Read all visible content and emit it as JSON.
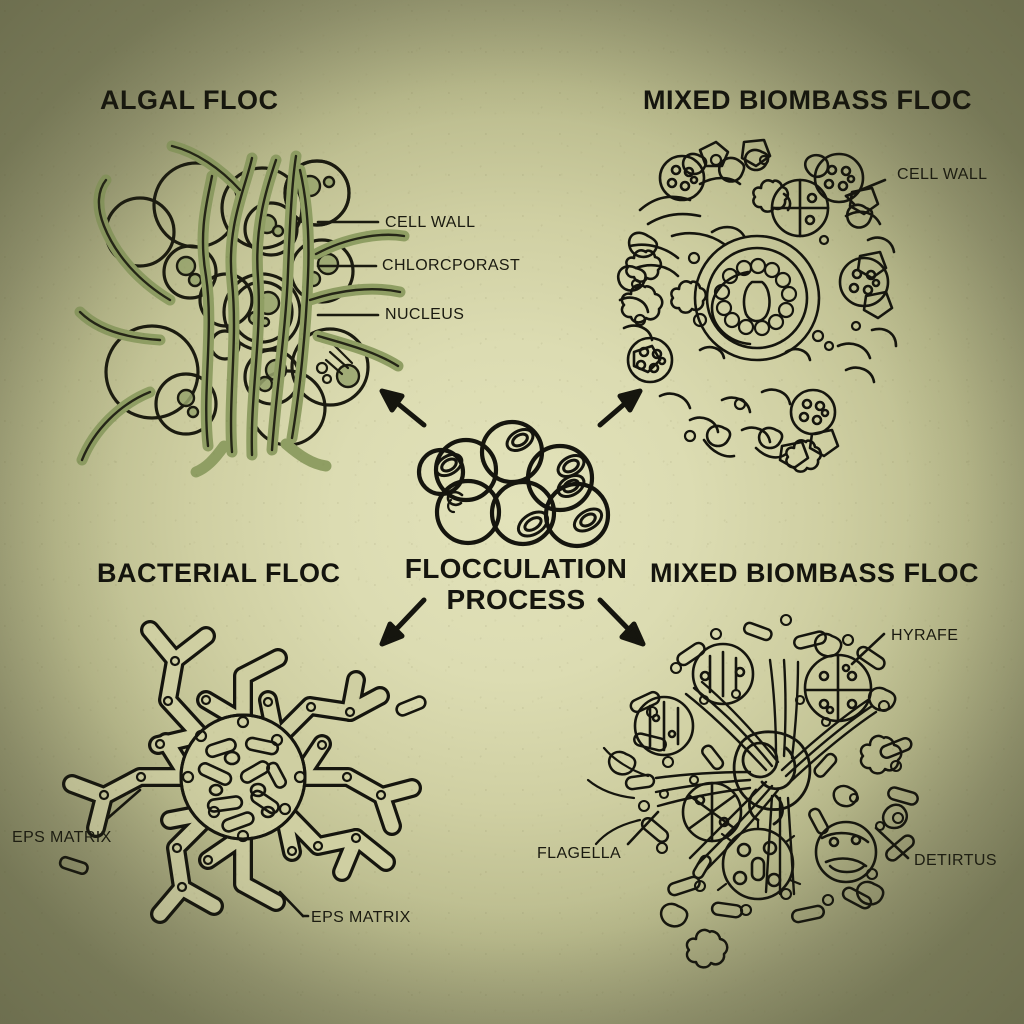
{
  "figure": {
    "background_color_center": "#dedfb5",
    "background_color_edge": "#8b8d68",
    "ink_color": "#15150e",
    "algae_fill_color": "#8f9e63",
    "algae_stroke_color": "#1b1b10"
  },
  "panels": {
    "algal": {
      "title": "ALGAL FLOC",
      "callouts": [
        {
          "label": "CELL WALL"
        },
        {
          "label": "CHLORCPORAST"
        },
        {
          "label": "NUCLEUS"
        }
      ]
    },
    "mixed_top": {
      "title": "MIXED BIOMBASS FLOC",
      "callouts": [
        {
          "label": "CELL WALL"
        }
      ]
    },
    "bacterial": {
      "title": "BACTERIAL FLOC",
      "callouts": [
        {
          "label": "EPS MATRIX"
        },
        {
          "label": "EPS MATRIX"
        }
      ]
    },
    "mixed_bottom": {
      "title": "MIXED BIOMBASS FLOC",
      "callouts": [
        {
          "label": "HYRAFE"
        },
        {
          "label": "FLAGELLA"
        },
        {
          "label": "DETIRTUS"
        }
      ]
    }
  },
  "center": {
    "line1": "FLOCCULATION",
    "line2": "PROCESS",
    "cell_count": 7
  },
  "arrows": {
    "count": 4,
    "directions": [
      "up-left",
      "up-right",
      "down-left",
      "down-right"
    ]
  }
}
